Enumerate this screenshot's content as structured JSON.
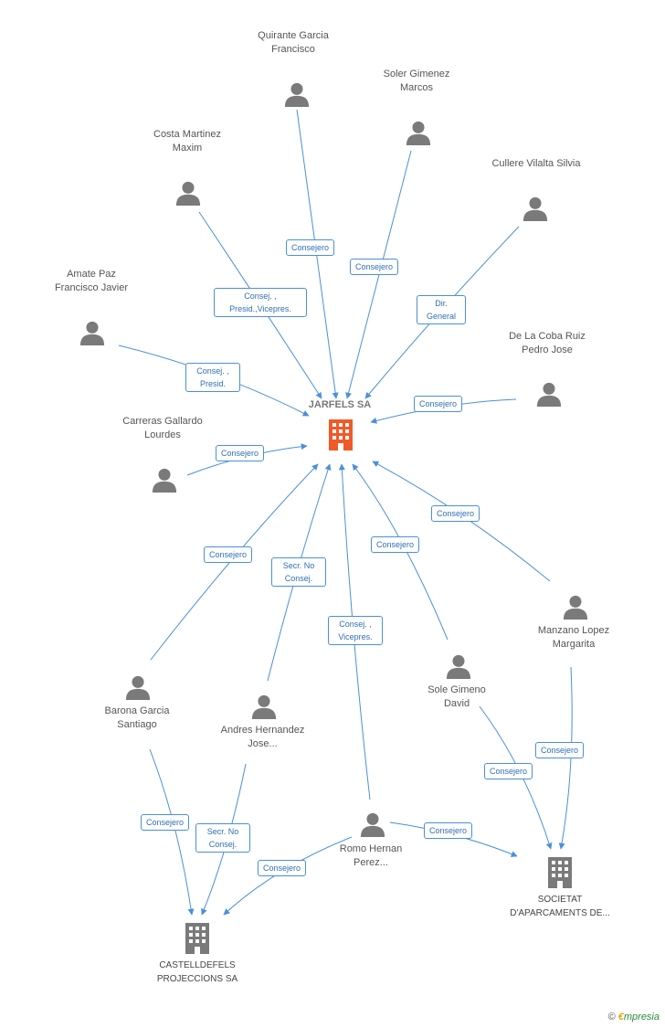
{
  "main_company": "JARFELS SA",
  "colors": {
    "edge": "#4a90d9",
    "person": "#7a7a7a",
    "main_company": "#f05a28",
    "company": "#7a7a7a"
  },
  "persons": {
    "quirante": "Quirante Garcia Francisco",
    "soler": "Soler Gimenez Marcos",
    "costa": "Costa Martinez Maxim",
    "cullere": "Cullere Vilalta Silvia",
    "amate": "Amate Paz Francisco Javier",
    "delacoba": "De La Coba Ruiz Pedro Jose",
    "carreras": "Carreras Gallardo Lourdes",
    "manzano": "Manzano Lopez Margarita",
    "barona": "Barona Garcia Santiago",
    "andres": "Andres Hernandez Jose...",
    "sole": "Sole Gimeno David",
    "romo": "Romo Hernan Perez..."
  },
  "companies": {
    "castell": "CASTELLDEFELS PROJECCIONS SA",
    "societat": "SOCIETAT D'APARCAMENTS DE..."
  },
  "roles": {
    "r_quirante": "Consejero",
    "r_soler": "Consejero",
    "r_costa": "Consej. , Presid.,Vicepres.",
    "r_cullere": "Dir. General",
    "r_amate": "Consej. , Presid.",
    "r_delacoba": "Consejero",
    "r_carreras": "Consejero",
    "r_barona_main": "Consejero",
    "r_andres_main": "Secr. No Consej.",
    "r_romo_main": "Consej. , Vicepres.",
    "r_sole_main": "Consejero",
    "r_manzano_main": "Consejero",
    "r_barona_castell": "Consejero",
    "r_andres_castell": "Secr. No Consej.",
    "r_romo_castell": "Consejero",
    "r_romo_societat": "Consejero",
    "r_sole_societat": "Consejero",
    "r_manzano_societat": "Consejero"
  },
  "brand": {
    "copyright": "©",
    "e": "€",
    "rest": "mpresia"
  }
}
